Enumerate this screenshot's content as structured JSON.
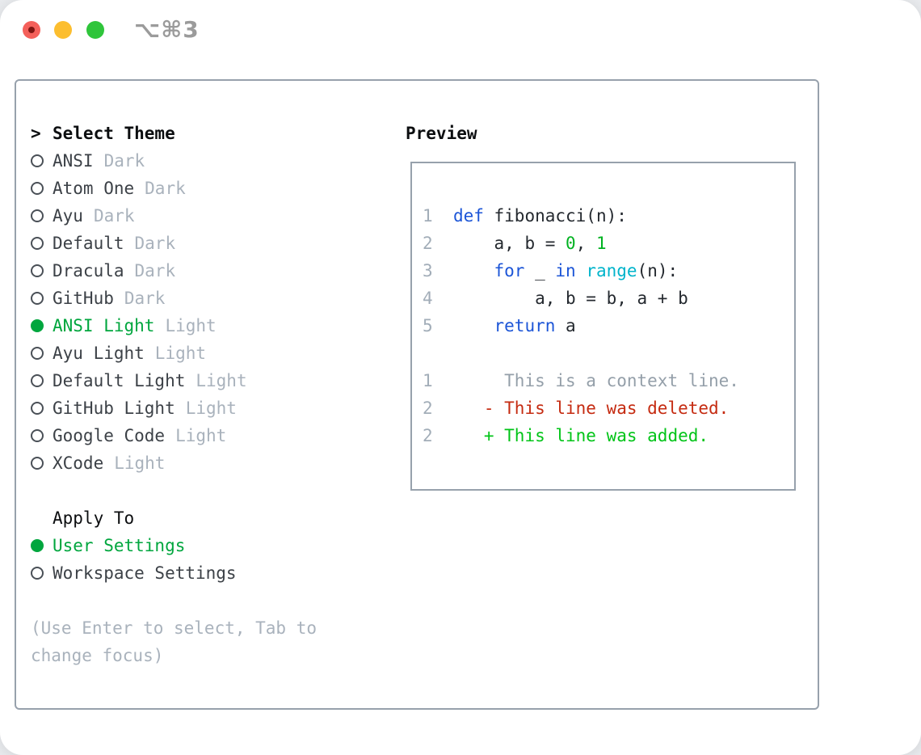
{
  "titlebar": {
    "title": "⌥⌘3"
  },
  "theme_section": {
    "header": "Select Theme",
    "cursor": ">",
    "items": [
      {
        "name": "ANSI",
        "variant": "Dark",
        "selected": false
      },
      {
        "name": "Atom One",
        "variant": "Dark",
        "selected": false
      },
      {
        "name": "Ayu",
        "variant": "Dark",
        "selected": false
      },
      {
        "name": "Default",
        "variant": "Dark",
        "selected": false
      },
      {
        "name": "Dracula",
        "variant": "Dark",
        "selected": false
      },
      {
        "name": "GitHub",
        "variant": "Dark",
        "selected": false
      },
      {
        "name": "ANSI Light",
        "variant": "Light",
        "selected": true
      },
      {
        "name": "Ayu Light",
        "variant": "Light",
        "selected": false
      },
      {
        "name": "Default Light",
        "variant": "Light",
        "selected": false
      },
      {
        "name": "GitHub Light",
        "variant": "Light",
        "selected": false
      },
      {
        "name": "Google Code",
        "variant": "Light",
        "selected": false
      },
      {
        "name": "XCode",
        "variant": "Light",
        "selected": false
      }
    ]
  },
  "apply_section": {
    "header": "Apply To",
    "options": [
      {
        "label": "User Settings",
        "selected": true
      },
      {
        "label": "Workspace Settings",
        "selected": false
      }
    ]
  },
  "help_text": "(Use Enter to select, Tab to change focus)",
  "preview": {
    "header": "Preview",
    "lines": [
      {
        "segments": []
      },
      {
        "segments": [
          [
            "num",
            "1  "
          ],
          [
            "kw",
            "def"
          ],
          [
            "code",
            " fibonacci(n):"
          ]
        ]
      },
      {
        "segments": [
          [
            "num",
            "2  "
          ],
          [
            "code",
            "    a, b = "
          ],
          [
            "green",
            "0"
          ],
          [
            "code",
            ", "
          ],
          [
            "green",
            "1"
          ]
        ]
      },
      {
        "segments": [
          [
            "num",
            "3  "
          ],
          [
            "code",
            "    "
          ],
          [
            "kw",
            "for"
          ],
          [
            "code",
            " _ "
          ],
          [
            "kw",
            "in"
          ],
          [
            "code",
            " "
          ],
          [
            "builtin",
            "range"
          ],
          [
            "code",
            "(n):"
          ]
        ]
      },
      {
        "segments": [
          [
            "num",
            "4  "
          ],
          [
            "code",
            "        a, b = b, a + b"
          ]
        ]
      },
      {
        "segments": [
          [
            "num",
            "5  "
          ],
          [
            "code",
            "    "
          ],
          [
            "kw",
            "return"
          ],
          [
            "code",
            " a"
          ]
        ]
      },
      {
        "segments": []
      },
      {
        "segments": [
          [
            "num",
            "1  "
          ],
          [
            "ctx",
            "     This is a context line."
          ]
        ]
      },
      {
        "segments": [
          [
            "num",
            "2  "
          ],
          [
            "code",
            "   "
          ],
          [
            "del",
            "- This line was deleted."
          ]
        ]
      },
      {
        "segments": [
          [
            "num",
            "2  "
          ],
          [
            "code",
            "   "
          ],
          [
            "add",
            "+ This line was added."
          ]
        ]
      }
    ]
  },
  "colors": {
    "select_green": "#00a63e",
    "code_green": "#00b221",
    "diff_green": "#00c417",
    "diff_red": "#c52b11",
    "kw_blue": "#1c55d7",
    "builtin_cyan": "#00b4cb",
    "border_gray": "#97a1ac",
    "muted": "#a9b2bc",
    "gutter": "#a2adb8",
    "ctx_gray": "#949fa9",
    "text_dark": "#3c4147",
    "ink": "#0c0e10",
    "code_ink": "#24292f",
    "title_gray": "#9b9b9b",
    "traffic_red": "#f4605a",
    "traffic_red_dot": "#7e1511",
    "traffic_yellow": "#fcbe2f",
    "traffic_green": "#2fc53b"
  }
}
